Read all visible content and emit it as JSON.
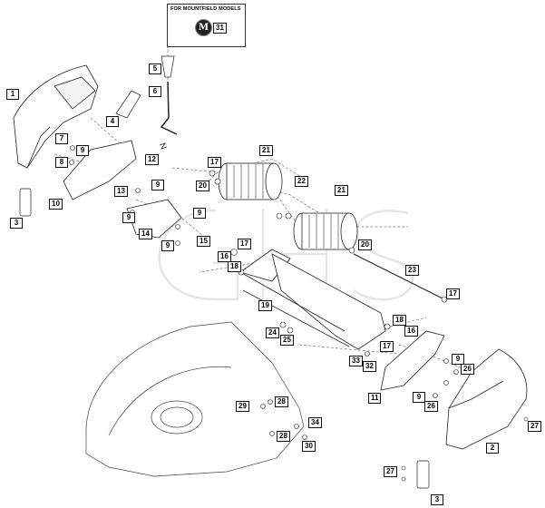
{
  "inset": {
    "title": "FOR MOUNTFIELD MODELS",
    "badge_letter": "M",
    "badge_number": "31"
  },
  "watermark_text": "GHS",
  "callouts": [
    {
      "id": "c1",
      "text": "1"
    },
    {
      "id": "c2",
      "text": "2"
    },
    {
      "id": "c3a",
      "text": "3"
    },
    {
      "id": "c3b",
      "text": "3"
    },
    {
      "id": "c4",
      "text": "4"
    },
    {
      "id": "c5",
      "text": "5"
    },
    {
      "id": "c6",
      "text": "6"
    },
    {
      "id": "c7",
      "text": "7"
    },
    {
      "id": "c8",
      "text": "8"
    },
    {
      "id": "c9a",
      "text": "9"
    },
    {
      "id": "c9b",
      "text": "9"
    },
    {
      "id": "c9c",
      "text": "9"
    },
    {
      "id": "c9d",
      "text": "9"
    },
    {
      "id": "c9e",
      "text": "9"
    },
    {
      "id": "c9f",
      "text": "9"
    },
    {
      "id": "c9g",
      "text": "9"
    },
    {
      "id": "c10",
      "text": "10"
    },
    {
      "id": "c11",
      "text": "11"
    },
    {
      "id": "c12",
      "text": "12"
    },
    {
      "id": "c13",
      "text": "13"
    },
    {
      "id": "c14",
      "text": "14"
    },
    {
      "id": "c15",
      "text": "15"
    },
    {
      "id": "c16a",
      "text": "16"
    },
    {
      "id": "c16b",
      "text": "16"
    },
    {
      "id": "c17a",
      "text": "17"
    },
    {
      "id": "c17b",
      "text": "17"
    },
    {
      "id": "c17c",
      "text": "17"
    },
    {
      "id": "c17d",
      "text": "17"
    },
    {
      "id": "c18a",
      "text": "18"
    },
    {
      "id": "c18b",
      "text": "18"
    },
    {
      "id": "c19",
      "text": "19"
    },
    {
      "id": "c20a",
      "text": "20"
    },
    {
      "id": "c20b",
      "text": "20"
    },
    {
      "id": "c21a",
      "text": "21"
    },
    {
      "id": "c21b",
      "text": "21"
    },
    {
      "id": "c22",
      "text": "22"
    },
    {
      "id": "c23",
      "text": "23"
    },
    {
      "id": "c24",
      "text": "24"
    },
    {
      "id": "c25",
      "text": "25"
    },
    {
      "id": "c26a",
      "text": "26"
    },
    {
      "id": "c26b",
      "text": "26"
    },
    {
      "id": "c27a",
      "text": "27"
    },
    {
      "id": "c27b",
      "text": "27"
    },
    {
      "id": "c28a",
      "text": "28"
    },
    {
      "id": "c28b",
      "text": "28"
    },
    {
      "id": "c29",
      "text": "29"
    },
    {
      "id": "c30",
      "text": "30"
    },
    {
      "id": "c32",
      "text": "32"
    },
    {
      "id": "c33",
      "text": "33"
    },
    {
      "id": "c34",
      "text": "34"
    }
  ]
}
